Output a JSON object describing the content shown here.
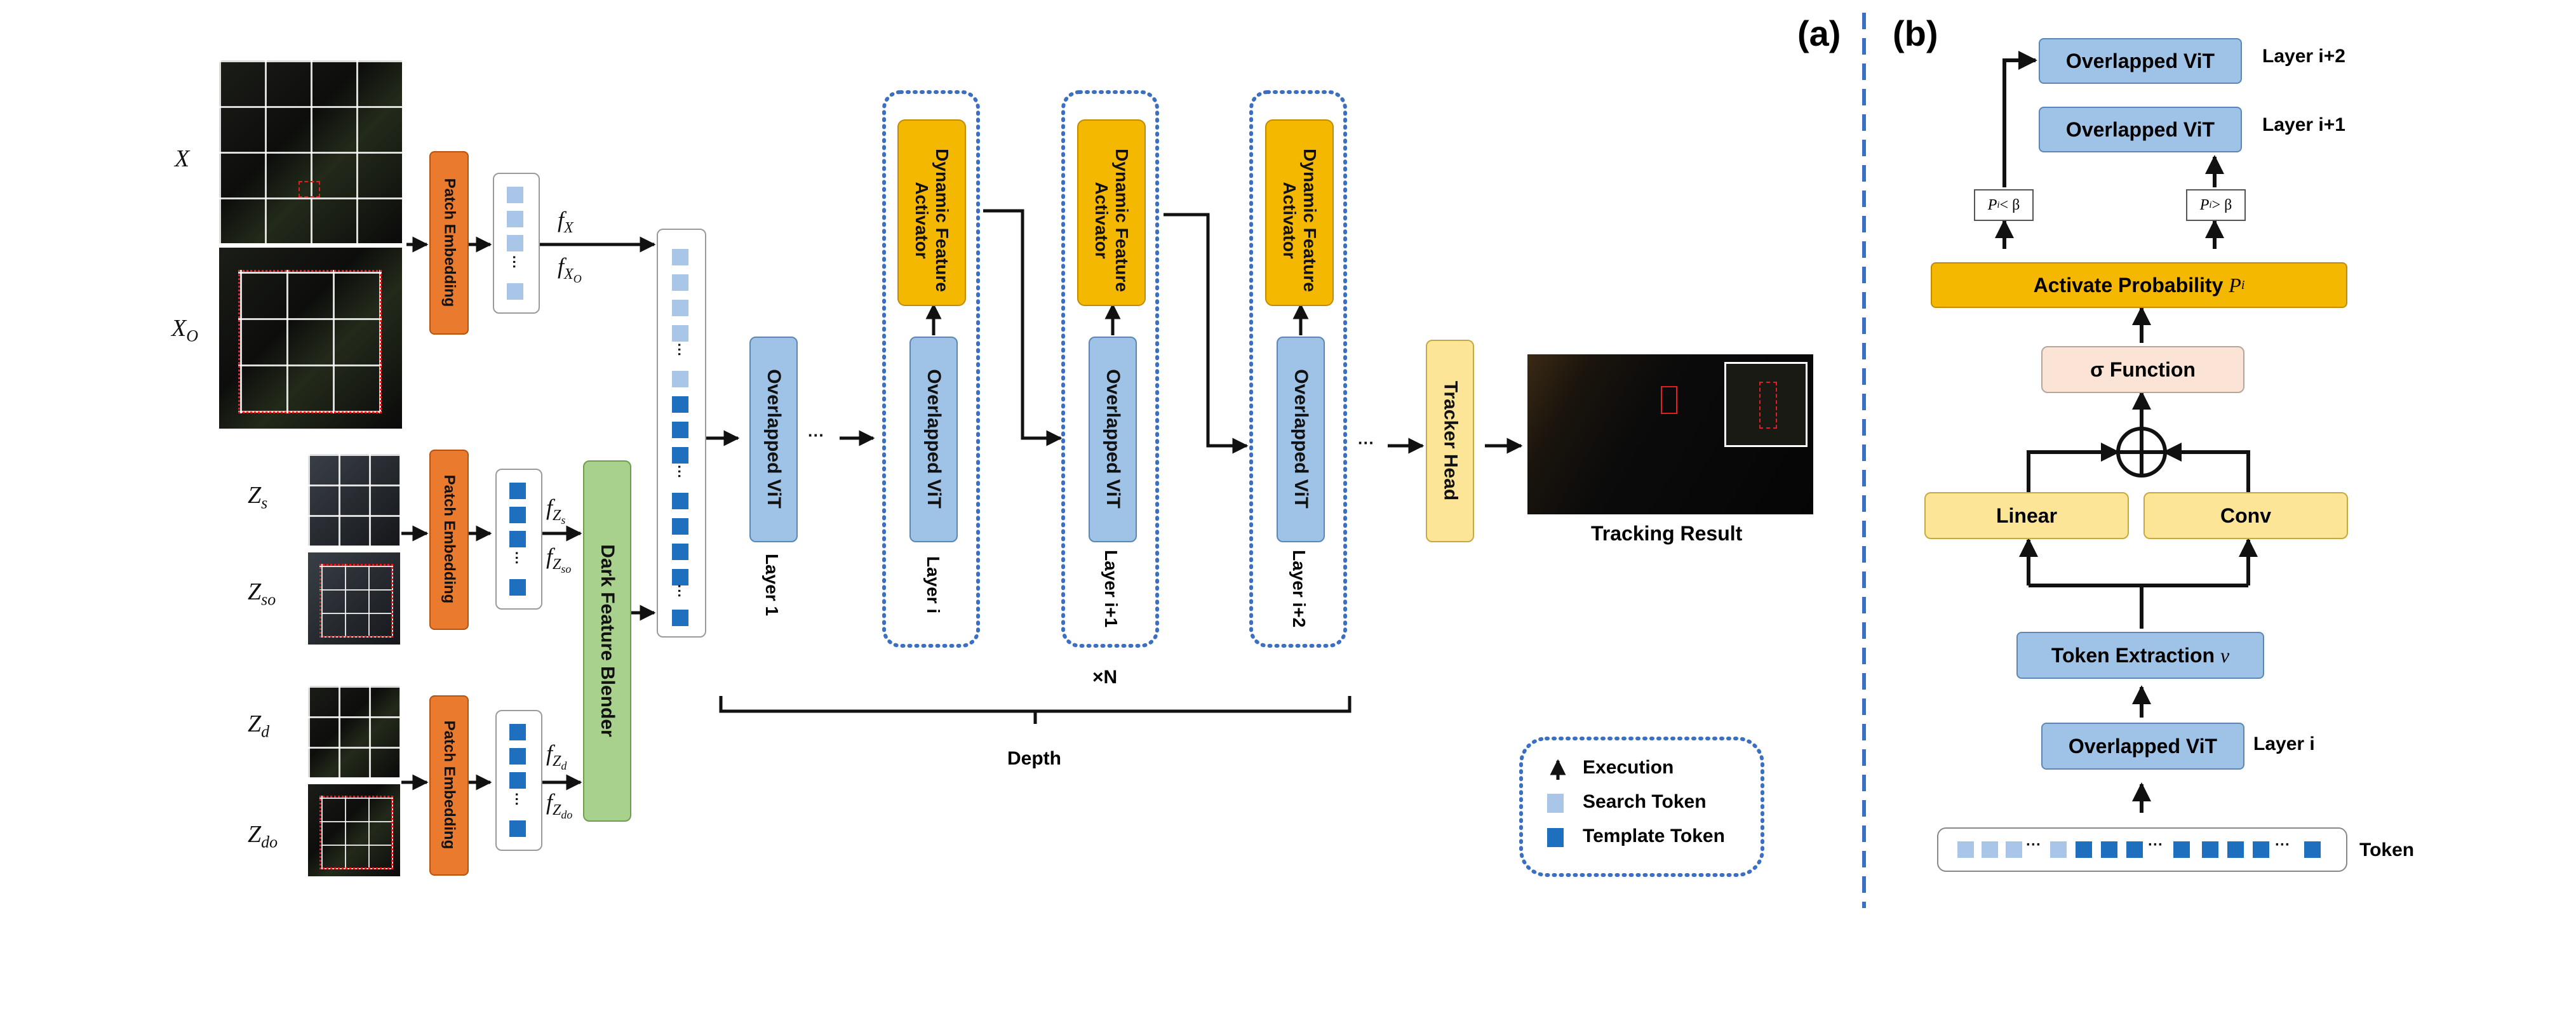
{
  "panel_a_label": "(a)",
  "panel_b_label": "(b)",
  "inputs": {
    "x": "X",
    "xo": "X",
    "xo_sub": "O",
    "zs": "Z",
    "zs_sub": "s",
    "zso": "Z",
    "zso_sub": "so",
    "zd": "Z",
    "zd_sub": "d",
    "zdo": "Z",
    "zdo_sub": "do"
  },
  "features": {
    "fx": "f",
    "fx_sub": "X",
    "fxo": "f",
    "fxo_sub": "X",
    "fxo_subsub": "O",
    "fzs": "f",
    "fzs_sub": "Z",
    "fzs_subsub": "s",
    "fzso": "f",
    "fzso_sub": "Z",
    "fzso_subsub": "so",
    "fzd": "f",
    "fzd_sub": "Z",
    "fzd_subsub": "d",
    "fzdo": "f",
    "fzdo_sub": "Z",
    "fzdo_subsub": "do"
  },
  "patch_embedding": "Patch Embedding",
  "dark_feature_blender": "Dark Feature Blender",
  "overlapped_vit": "Overlapped ViT",
  "dynamic_feature_activator": "Dynamic Feature Activator",
  "layers": {
    "layer1": "Layer 1",
    "layer_i": "Layer i",
    "layer_i1": "Layer i+1",
    "layer_i2": "Layer i+2"
  },
  "ellipsis": "···",
  "times_n": "×N",
  "depth": "Depth",
  "tracker_head": "Tracker Head",
  "tracking_result": "Tracking Result",
  "legend": {
    "execution": "Execution",
    "search_token": "Search Token",
    "template_token": "Template Token"
  },
  "panel_b": {
    "vit_top2": "Overlapped ViT",
    "vit_top1": "Overlapped ViT",
    "layer_i2": "Layer i+2",
    "layer_i1": "Layer i+1",
    "cond_lt": "P",
    "cond_lt_sup": "i",
    "cond_lt_rest": " < β",
    "cond_gt": "P",
    "cond_gt_sup": "i",
    "cond_gt_rest": " > β",
    "activate_probability": "Activate Probability ",
    "activate_probability_sym": "P",
    "activate_probability_sup": "i",
    "sigma_function": "σ Function",
    "plus": "⊕",
    "linear": "Linear",
    "conv": "Conv",
    "token_extraction": "Token Extraction ",
    "token_extraction_sym": "v",
    "vit_bottom": "Overlapped ViT",
    "layer_i": "Layer i",
    "token": "Token",
    "token_dots": "···"
  },
  "colors": {
    "orange": "#ea7a2e",
    "green": "#a9d18e",
    "vit_blue": "#9fc3e7",
    "gold": "#f5b800",
    "yellow_light": "#fde598",
    "peach": "#fbe3d6",
    "search_token": "#a9c6e8",
    "template_token": "#1f6fbf",
    "dotted_blue": "#3a6fc4"
  }
}
